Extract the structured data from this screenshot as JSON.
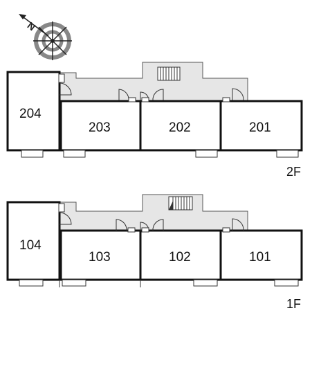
{
  "compass": {
    "north_label": "N",
    "icon": "compass-rose-icon"
  },
  "floors": [
    {
      "label": "2F",
      "rooms": [
        "204",
        "203",
        "202",
        "201"
      ]
    },
    {
      "label": "1F",
      "rooms": [
        "104",
        "103",
        "102",
        "101"
      ]
    }
  ],
  "colors": {
    "corridor": "#e6e6e6",
    "wall": "#111111",
    "compass_ring": "#888888"
  }
}
